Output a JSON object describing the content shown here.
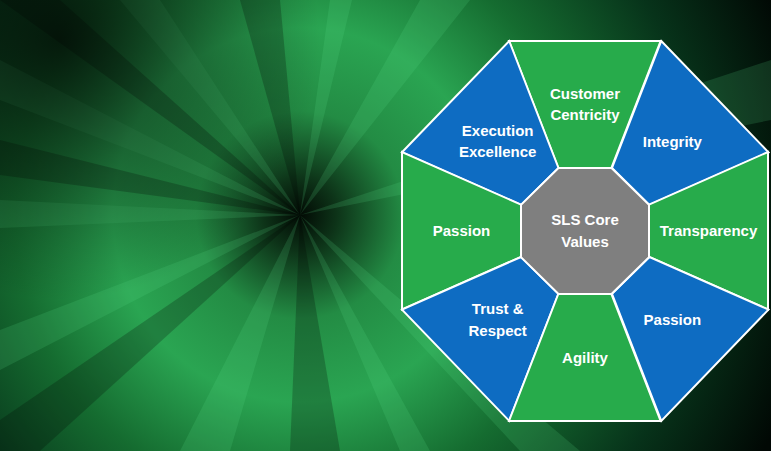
{
  "diagram": {
    "nodes": [
      {
        "text": [
          "Customer Centricity"
        ]
      },
      {
        "text": [
          "Execution Excellence"
        ]
      },
      {
        "text": [
          "Integrity"
        ]
      },
      {
        "text": [
          "Passion"
        ]
      },
      {
        "text": [
          "SLS Core Values"
        ]
      },
      {
        "text": [
          "Transparency"
        ]
      },
      {
        "text": [
          "Trust & Respect"
        ]
      },
      {
        "text": [
          "Passion"
        ]
      },
      {
        "text": [
          "Agility"
        ]
      }
    ]
  }
}
